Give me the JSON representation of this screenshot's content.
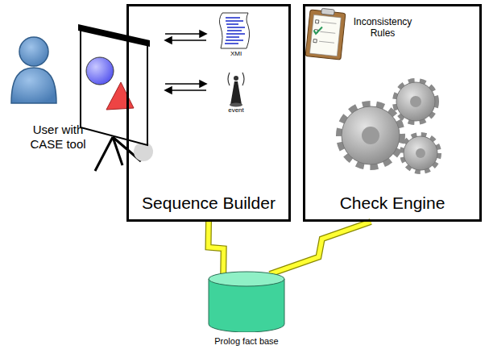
{
  "diagram": {
    "nodes": [
      {
        "text": [
          "Sequence Builder"
        ]
      },
      {
        "text": [
          "Check Engine"
        ]
      },
      {
        "text": [
          "Prolog fact base"
        ]
      }
    ],
    "edges": [
      {
        "from": 0,
        "to": 2,
        "arrow": "none"
      },
      {
        "from": 1,
        "to": 2,
        "arrow": "none"
      }
    ],
    "labels": [
      "User with CASE tool",
      "XMI",
      "event",
      "Inconsistency Rules"
    ]
  }
}
